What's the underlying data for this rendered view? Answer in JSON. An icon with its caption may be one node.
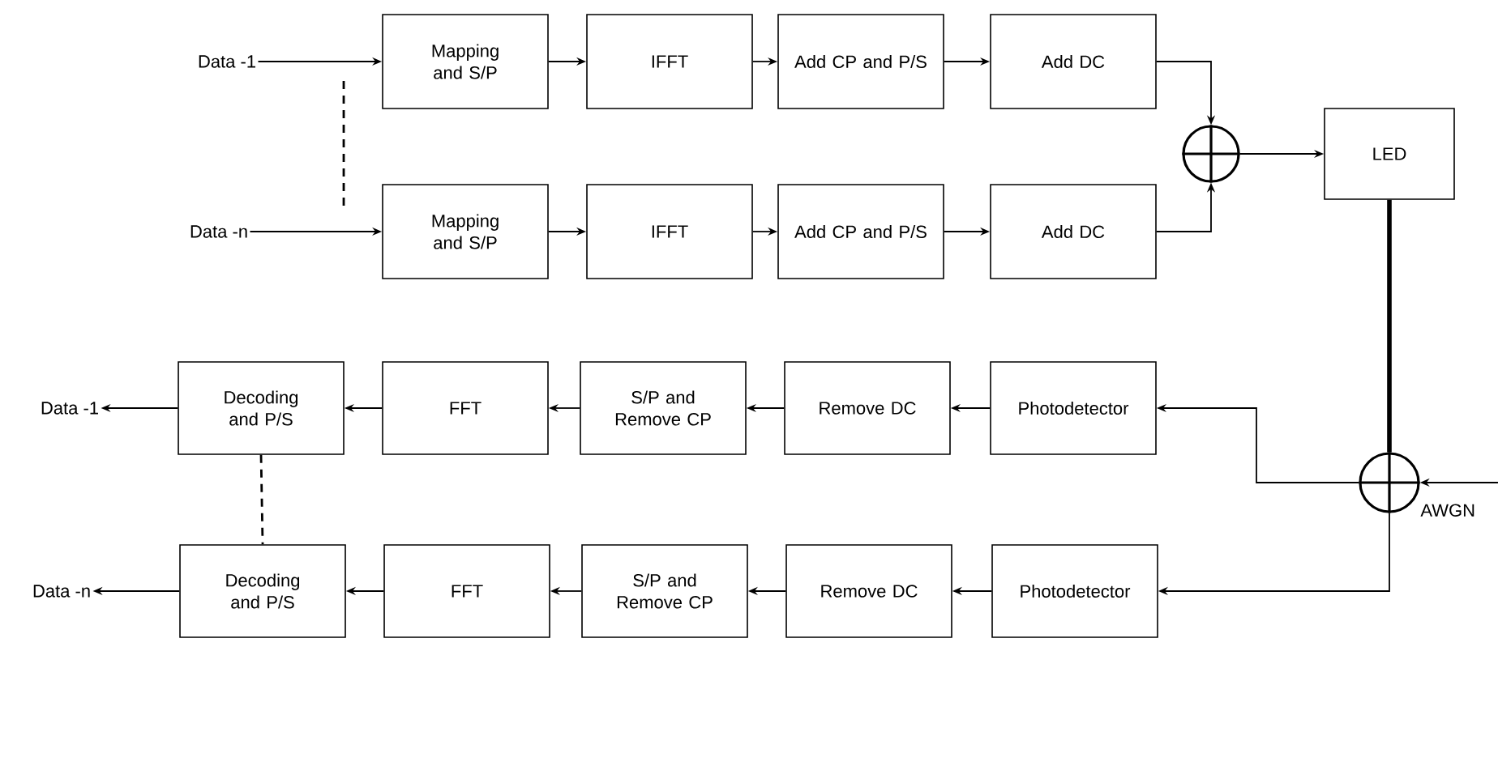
{
  "diagram": {
    "nodes": [
      {
        "text": [
          "Data -1"
        ]
      },
      {
        "text": [
          "Mapping and S/P"
        ]
      },
      {
        "text": [
          "IFFT"
        ]
      },
      {
        "text": [
          "Add CP and P/S"
        ]
      },
      {
        "text": [
          "Add DC"
        ]
      },
      {
        "text": [
          "Data -n"
        ]
      },
      {
        "text": [
          "Mapping and S/P"
        ]
      },
      {
        "text": [
          "IFFT"
        ]
      },
      {
        "text": [
          "Add CP and P/S"
        ]
      },
      {
        "text": [
          "Add DC"
        ]
      },
      {
        "text": [],
        "shape": "circle"
      },
      {
        "text": [
          "LED"
        ]
      },
      {
        "text": [],
        "shape": "circle",
        "beside": [
          "AWGN"
        ]
      },
      {
        "text": [
          "Photodetector"
        ]
      },
      {
        "text": [
          "Remove DC"
        ]
      },
      {
        "text": [
          "S/P and Remove CP"
        ]
      },
      {
        "text": [
          "FFT"
        ]
      },
      {
        "text": [
          "Decoding and P/S"
        ]
      },
      {
        "text": [
          "Data -1"
        ]
      },
      {
        "text": [
          "Photodetector"
        ]
      },
      {
        "text": [
          "Remove DC"
        ]
      },
      {
        "text": [
          "S/P and Remove CP"
        ]
      },
      {
        "text": [
          "FFT"
        ]
      },
      {
        "text": [
          "Decoding and P/S"
        ]
      },
      {
        "text": [
          "Data -n"
        ]
      }
    ],
    "edges": [
      {
        "from": 0,
        "to": 1,
        "arrow": "to"
      },
      {
        "from": 1,
        "to": 2,
        "arrow": "to"
      },
      {
        "from": 2,
        "to": 3,
        "arrow": "to"
      },
      {
        "from": 3,
        "to": 4,
        "arrow": "to"
      },
      {
        "from": 5,
        "to": 6,
        "arrow": "to"
      },
      {
        "from": 6,
        "to": 7,
        "arrow": "to"
      },
      {
        "from": 7,
        "to": 8,
        "arrow": "to"
      },
      {
        "from": 8,
        "to": 9,
        "arrow": "to"
      },
      {
        "from": 4,
        "to": 10,
        "arrow": "to"
      },
      {
        "from": 9,
        "to": 10,
        "arrow": "to"
      },
      {
        "from": 10,
        "to": 11,
        "arrow": "to"
      },
      {
        "from": 11,
        "to": 12,
        "arrow": "none",
        "style": "thick"
      },
      {
        "from": null,
        "to": 12,
        "arrow": "to"
      },
      {
        "from": 12,
        "to": 13,
        "arrow": "to"
      },
      {
        "from": 12,
        "to": 19,
        "arrow": "to"
      },
      {
        "from": 13,
        "to": 14,
        "arrow": "to"
      },
      {
        "from": 14,
        "to": 15,
        "arrow": "to"
      },
      {
        "from": 15,
        "to": 16,
        "arrow": "to"
      },
      {
        "from": 16,
        "to": 17,
        "arrow": "to"
      },
      {
        "from": 17,
        "to": 18,
        "arrow": "to"
      },
      {
        "from": 19,
        "to": 20,
        "arrow": "to"
      },
      {
        "from": 20,
        "to": 21,
        "arrow": "to"
      },
      {
        "from": 21,
        "to": 22,
        "arrow": "to"
      },
      {
        "from": 22,
        "to": 23,
        "arrow": "to"
      },
      {
        "from": 23,
        "to": 24,
        "arrow": "to"
      },
      {
        "from": 17,
        "to": 23,
        "arrow": "none",
        "style": "dashed"
      }
    ]
  }
}
